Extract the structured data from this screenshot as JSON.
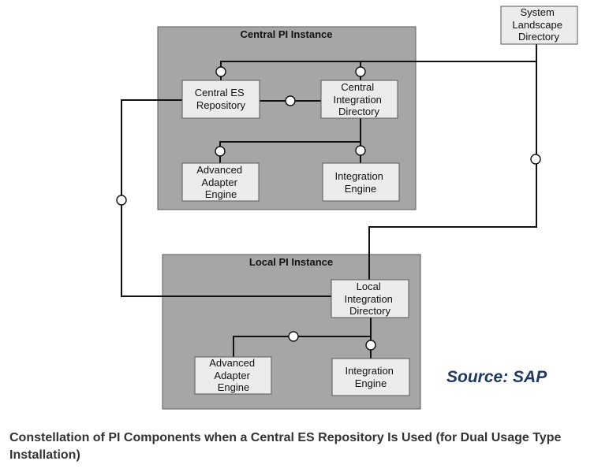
{
  "groups": {
    "central": {
      "title": "Central PI Instance"
    },
    "local": {
      "title": "Local PI Instance"
    }
  },
  "components": {
    "sld": [
      "System",
      "Landscape",
      "Directory"
    ],
    "central_es_repository": [
      "Central ES",
      "Repository"
    ],
    "central_integration_directory": [
      "Central",
      "Integration",
      "Directory"
    ],
    "central_advanced_adapter_engine": [
      "Advanced",
      "Adapter",
      "Engine"
    ],
    "central_integration_engine": [
      "Integration",
      "Engine"
    ],
    "local_integration_directory": [
      "Local",
      "Integration",
      "Directory"
    ],
    "local_advanced_adapter_engine": [
      "Advanced",
      "Adapter",
      "Engine"
    ],
    "local_integration_engine": [
      "Integration",
      "Engine"
    ]
  },
  "source_label": "Source: SAP",
  "caption": "Constellation of PI Components when a Central ES Repository Is Used (for Dual Usage Type Installation)"
}
